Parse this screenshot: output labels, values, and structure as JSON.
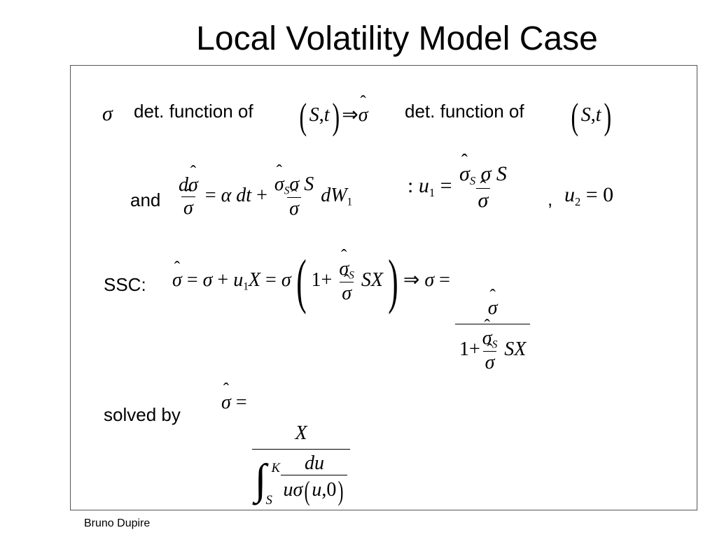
{
  "slide": {
    "title": "Local Volatility Model Case",
    "footer": "Bruno Dupire",
    "line1_text_a": "det. function of",
    "line1_text_b": "det. function of",
    "line2_label": "and",
    "line2_comma": ",",
    "line3_label": "SSC:",
    "line4_label": "solved by"
  }
}
